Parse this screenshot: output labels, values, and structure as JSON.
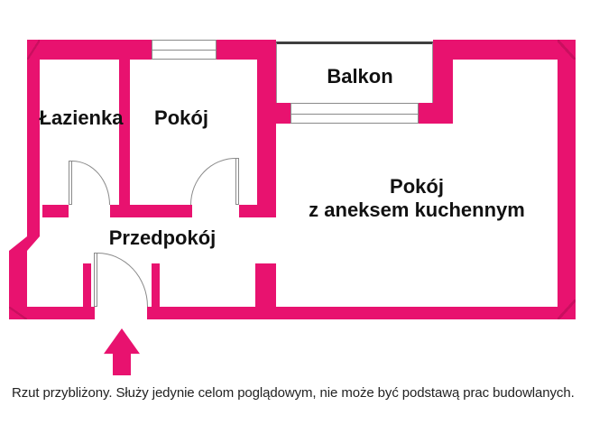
{
  "plan": {
    "rooms": {
      "bathroom": {
        "label": "Łazienka"
      },
      "small_room": {
        "label": "Pokój"
      },
      "balcony": {
        "label": "Balkon"
      },
      "main_room": {
        "label_line1": "Pokój",
        "label_line2": "z aneksem kuchennym"
      },
      "hallway": {
        "label": "Przedpokój"
      }
    },
    "disclaimer": "Rzut przybliżony. Służy jedynie celom poglądowym, nie może być podstawą prac budowlanych.",
    "colors": {
      "wall": "#e8126f",
      "wall_miter": "#c90f5f",
      "thin_line": "#8a8a8a",
      "balcony_edge": "#3f3f3f",
      "text": "#111111"
    }
  }
}
